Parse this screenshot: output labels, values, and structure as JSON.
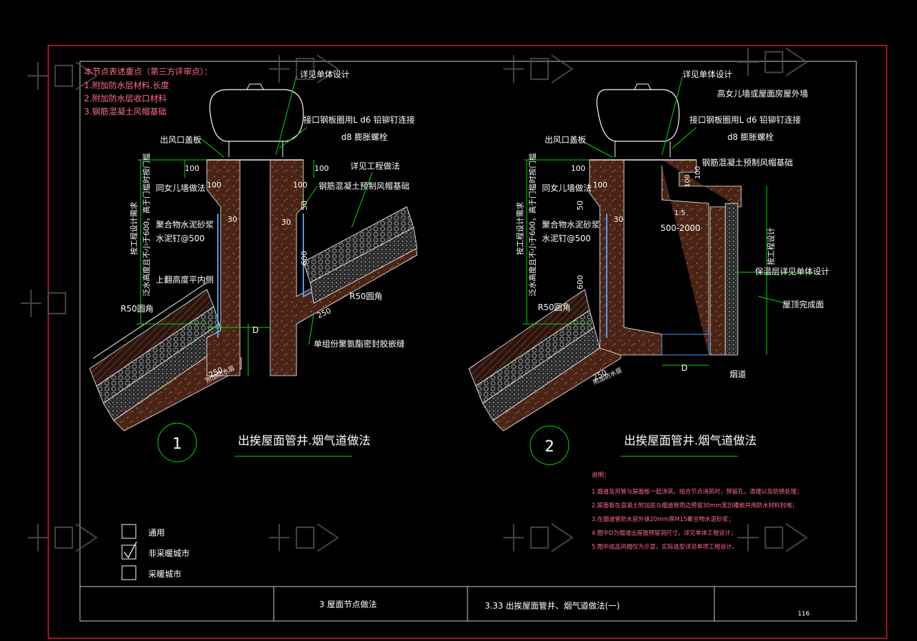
{
  "review_notes": {
    "title": "本节点表述重点（第三方评审点）：",
    "items": [
      "1.附加防水层材料.长度",
      "2.附加防水层收口材料",
      "3.钢筋混凝土风帽基础"
    ]
  },
  "detail1": {
    "number": "1",
    "title": "出挨屋面管井.烟气道做法",
    "labels": {
      "unit_design": "详见单体设计",
      "cap_connect": "接口钢板圈用L d6 铅铆钉连接",
      "expansion_bolt": "d8 膨胀螺栓",
      "outlet_cover": "出风口盖板",
      "engineering": "详见工程做法",
      "precast_base": "钢筋混凝土预制风帽基础",
      "parapet": "同女儿墙做法",
      "polymer_mortar": "聚合物水泥砂浆",
      "cement_nail": "水泥钉@500",
      "vertical_note": "按工程设计需求",
      "vertical_note2": "泛水高度且不小于600，高于门槛时按门槛",
      "upper_flush": "上翻高度平内侧",
      "r50_left": "R50圆角",
      "r50_right": "R50圆角",
      "sealant": "单组份聚氨酯密封胶嵌缝",
      "d": "D",
      "additional": "附加防水层",
      "dims": [
        "100",
        "100",
        "100",
        "100",
        "30",
        "30",
        "50",
        "600",
        "250",
        "250"
      ]
    }
  },
  "detail2": {
    "number": "2",
    "title": "出挨屋面管井.烟气道做法",
    "labels": {
      "unit_design": "详见单体设计",
      "high_wall": "高女儿墙或屋面房屋外墙",
      "cap_connect": "接口钢板圈用L d6 铅铆钉连接",
      "expansion_bolt": "d8 膨胀螺栓",
      "outlet_cover": "出风口盖板",
      "precast_base": "钢筋混凝土预制风帽基础",
      "parapet": "同女儿墙做法",
      "polymer_mortar": "聚合物水泥砂浆",
      "cement_nail": "水泥钉@500",
      "vertical_note": "按工程设计需求",
      "vertical_note2": "泛水高度且不小于600，高于门槛时按门槛",
      "r50": "R50圆角",
      "insulation": "保温层详见单体设计",
      "eng_design": "按工程设计",
      "roof_finish": "屋顶完成面",
      "flue": "烟道",
      "d": "D",
      "additional": "附加防水层",
      "dims": [
        "100",
        "100",
        "100",
        "100",
        "30",
        "50",
        "600",
        "250",
        "1:5",
        "500-2000"
      ]
    }
  },
  "notes": {
    "heading": "说明：",
    "items": [
      "1.烟道及风管与屋面板一起浇筑，结合节点浇筑时，预留孔，清理以及防锈处理；",
      "2.屋面板在混凝土附加层与烟道管周边预留30mm宽凹槽嵌并用防水材料封堵；",
      "3.在烟道管防水层外抹20mm厚M15聚合物水泥砂浆；",
      "4.图中D为烟道出屋面预留洞尺寸，详见单体工程设计；",
      "5.图中成品风帽仅为示意，实际选型详见单项工程设计。"
    ]
  },
  "legend": {
    "items": [
      {
        "label": "通用",
        "checked": false
      },
      {
        "label": "非采暖城市",
        "checked": true
      },
      {
        "label": "采暖城市",
        "checked": false
      }
    ]
  },
  "title_block": {
    "section": "3  屋面节点做法",
    "drawing": "3.33  出挨屋面管井、烟气道做法(一)",
    "page": "116"
  },
  "colors": {
    "background": "#000000",
    "border": "#ff2030",
    "dimension": "#00e000",
    "text": "#ffffff",
    "notes": "#ff6e8a",
    "membrane": "#4aa0ff",
    "concrete": "#5a2c1a"
  }
}
